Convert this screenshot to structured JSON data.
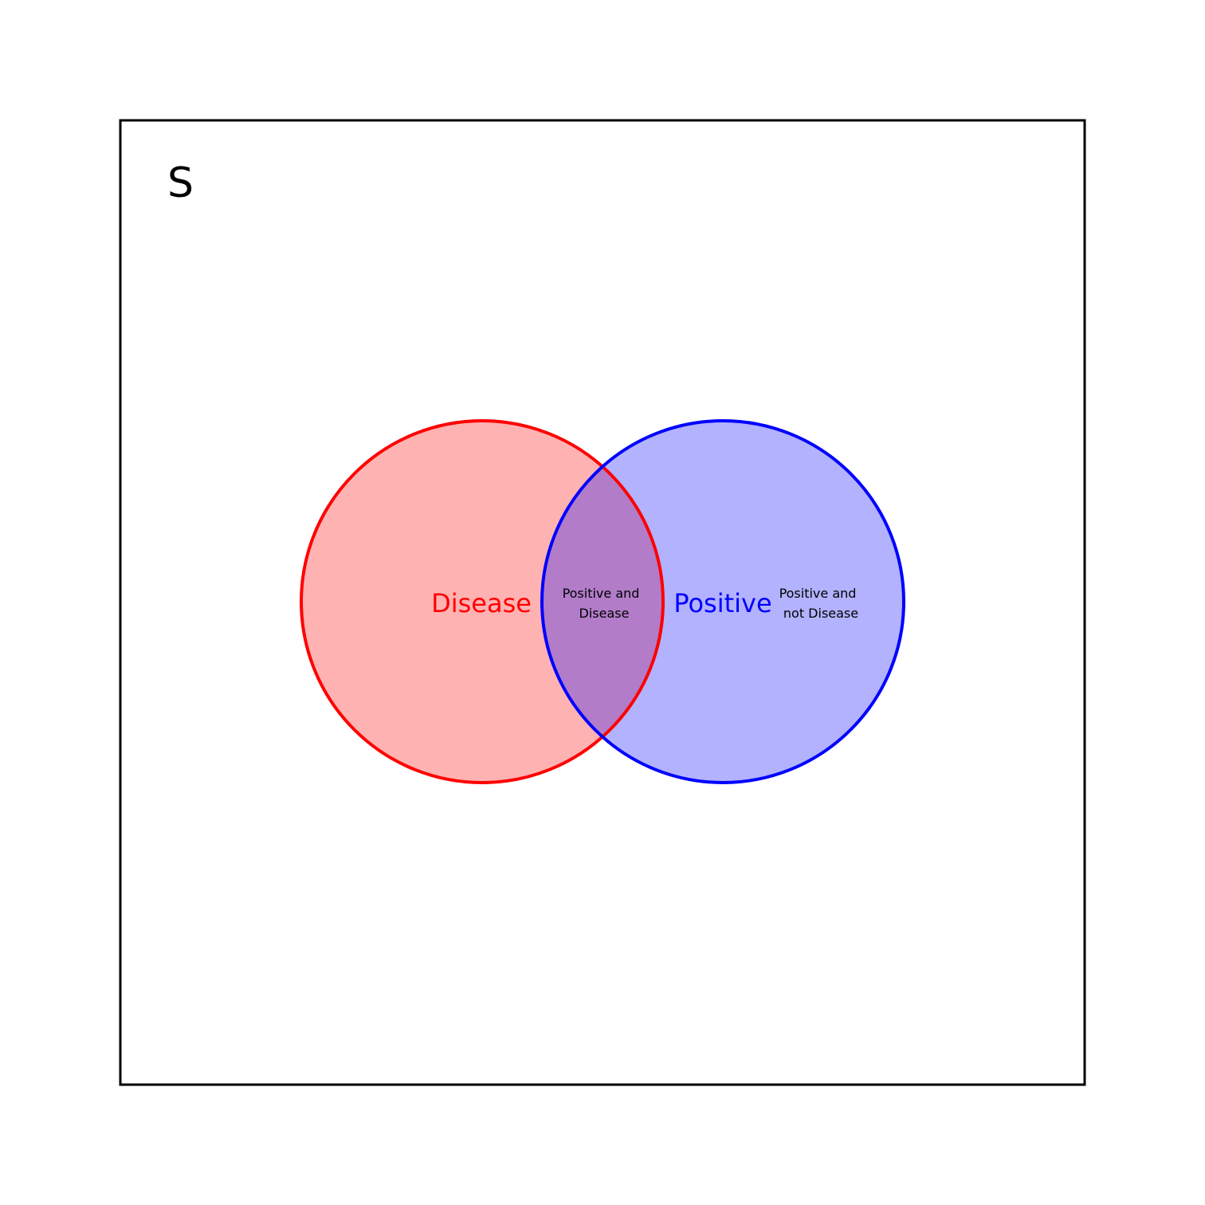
{
  "universe": {
    "label": "S",
    "stroke_color": "#000000"
  },
  "sets": {
    "disease": {
      "label": "Disease",
      "stroke_color": "#ff0000",
      "fill_color": "#ff0000",
      "fill_opacity": 0.3
    },
    "positive": {
      "label": "Positive",
      "stroke_color": "#0000ff",
      "fill_color": "#0000ff",
      "fill_opacity": 0.3
    }
  },
  "regions": {
    "intersection": {
      "line1": "Positive and",
      "line2": "Disease"
    },
    "positive_only": {
      "line1": "Positive and",
      "line2": "not Disease"
    }
  }
}
